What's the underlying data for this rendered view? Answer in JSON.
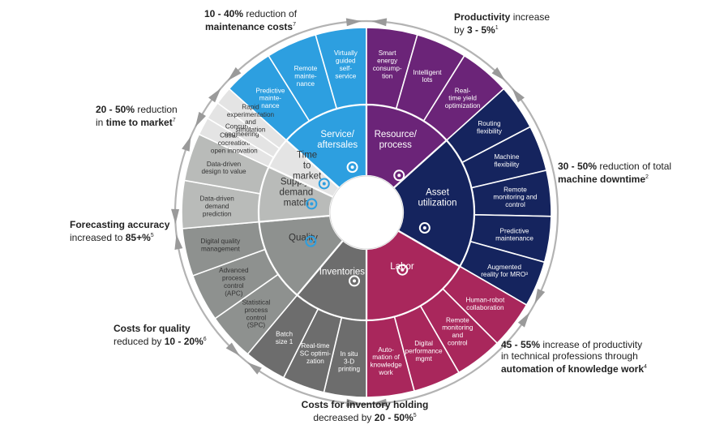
{
  "colors": {
    "service": "#2d9fe0",
    "resource": "#6b2478",
    "asset": "#15245e",
    "labor": "#a9275c",
    "inventories": "#6d6d6d",
    "quality": "#8e918f",
    "supply": "#b9bbb9",
    "time": "#e4e4e4",
    "ring": "#b3b3b3"
  },
  "drivers": [
    {
      "key": "service",
      "lines": [
        "Service/",
        "aftersales"
      ],
      "icon": "mechanic-icon"
    },
    {
      "key": "resource",
      "lines": [
        "Resource/",
        "process"
      ],
      "icon": "gears-icon"
    },
    {
      "key": "asset",
      "lines": [
        "Asset",
        "utilization"
      ],
      "icon": "hand-coin-icon"
    },
    {
      "key": "labor",
      "lines": [
        "Labor"
      ],
      "icon": "people-icon"
    },
    {
      "key": "inventories",
      "lines": [
        "Inventories"
      ],
      "icon": "document-icon"
    },
    {
      "key": "quality",
      "lines": [
        "Quality"
      ],
      "icon": "medal-icon"
    },
    {
      "key": "supply",
      "lines": [
        "Supply-",
        "demand",
        "match"
      ],
      "icon": "arrows-icon"
    },
    {
      "key": "time",
      "lines": [
        "Time",
        "to",
        "market"
      ],
      "icon": "alarm-clock-icon"
    }
  ],
  "levers": [
    {
      "group": "service",
      "lines": [
        "Predictive",
        "mainte-",
        "nance"
      ]
    },
    {
      "group": "service",
      "lines": [
        "Remote",
        "mainte-",
        "nance"
      ]
    },
    {
      "group": "service",
      "lines": [
        "Virtually",
        "guided",
        "self-",
        "service"
      ]
    },
    {
      "group": "resource",
      "lines": [
        "Smart",
        "energy",
        "consump-",
        "tion"
      ]
    },
    {
      "group": "resource",
      "lines": [
        "Intelligent",
        "lots"
      ]
    },
    {
      "group": "resource",
      "lines": [
        "Real-",
        "time yield",
        "optimization"
      ]
    },
    {
      "group": "asset",
      "lines": [
        "Routing",
        "flexibility"
      ]
    },
    {
      "group": "asset",
      "lines": [
        "Machine",
        "flexibility"
      ]
    },
    {
      "group": "asset",
      "lines": [
        "Remote",
        "monitoring and",
        "control"
      ]
    },
    {
      "group": "asset",
      "lines": [
        "Predictive",
        "maintenance"
      ]
    },
    {
      "group": "asset",
      "lines": [
        "Augmented",
        "reality for MRO³"
      ]
    },
    {
      "group": "labor",
      "lines": [
        "Human-robot",
        "collaboration"
      ]
    },
    {
      "group": "labor",
      "lines": [
        "Remote",
        "monitoring",
        "and",
        "control"
      ]
    },
    {
      "group": "labor",
      "lines": [
        "Digital",
        "performance",
        "mgmt"
      ]
    },
    {
      "group": "labor",
      "lines": [
        "Auto-",
        "mation of",
        "knowledge",
        "work"
      ]
    },
    {
      "group": "inventories",
      "lines": [
        "In situ",
        "3-D",
        "printing"
      ]
    },
    {
      "group": "inventories",
      "lines": [
        "Real-time",
        "SC optimi-",
        "zation"
      ]
    },
    {
      "group": "inventories",
      "lines": [
        "Batch",
        "size 1"
      ]
    },
    {
      "group": "quality",
      "lines": [
        "Statistical",
        "process",
        "control",
        "(SPC)"
      ]
    },
    {
      "group": "quality",
      "lines": [
        "Advanced",
        "process",
        "control",
        "(APC)"
      ]
    },
    {
      "group": "quality",
      "lines": [
        "Digital quality",
        "management"
      ]
    },
    {
      "group": "supply",
      "lines": [
        "Data-driven",
        "demand",
        "prediction"
      ]
    },
    {
      "group": "supply",
      "lines": [
        "Data-driven",
        "design to value"
      ]
    },
    {
      "group": "time",
      "lines": [
        "Customer",
        "cocreation/",
        "open innovation"
      ]
    },
    {
      "group": "time",
      "lines": [
        "Concurrent",
        "engineering"
      ]
    },
    {
      "group": "time",
      "lines": [
        "Rapid",
        "experimentation",
        "and",
        "simulation"
      ]
    }
  ],
  "callouts": {
    "service": {
      "pre": "10 - 40%",
      "mid": " reduction of",
      "bold2": "maintenance costs",
      "sup": "7"
    },
    "resource": {
      "bold1": "Productivity",
      "mid": " increase",
      "pre2": "by ",
      "bold2": "3 - 5%",
      "sup": "1"
    },
    "asset": {
      "bold1": "30 - 50%",
      "mid": " reduction of total",
      "bold2": "machine downtime",
      "sup": "2"
    },
    "labor": {
      "bold1": "45 - 55%",
      "mid": " increase of productivity",
      "line2": "in technical professions through",
      "bold2": "automation of knowledge work",
      "sup": "4"
    },
    "inventories": {
      "bold1": "Costs for inventory holding",
      "line2a": "decreased by ",
      "bold2": "20 - 50%",
      "sup": "5"
    },
    "quality": {
      "bold1": "Costs for quality",
      "line2a": "reduced by ",
      "bold2": "10 - 20%",
      "sup": "6"
    },
    "supply": {
      "bold1": "Forecasting accuracy",
      "line2a": "increased to ",
      "bold2": "85+%",
      "sup": "5"
    },
    "time": {
      "bold1": "20 - 50%",
      "mid": " reduction",
      "line2a": "in ",
      "bold2": "time to market",
      "sup": "7"
    }
  }
}
